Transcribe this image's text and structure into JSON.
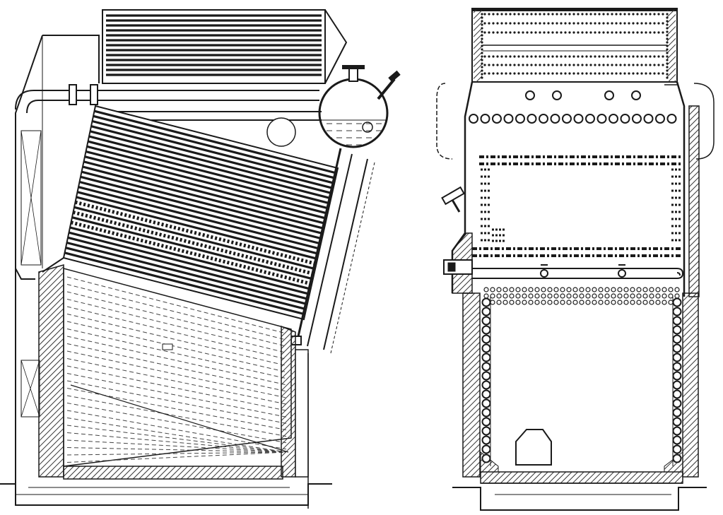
{
  "figure": {
    "ink_color": "#1a1a1a",
    "paper_color": "#ffffff",
    "hatch_color": "#333333",
    "views": [
      {
        "id": "side-section",
        "components": [
          "top-tube-bank",
          "steam-drum",
          "inclined-tube-bank",
          "water-tube-rows",
          "furnace-chamber",
          "downcomer-header",
          "brick-setting",
          "foundation-base"
        ]
      },
      {
        "id": "front-section",
        "components": [
          "upper-tube-header",
          "tube-sheet-rows",
          "side-valve",
          "side-header-pipe",
          "lower-tube-rows",
          "furnace-door",
          "brick-walls",
          "foundation-base"
        ]
      }
    ]
  }
}
